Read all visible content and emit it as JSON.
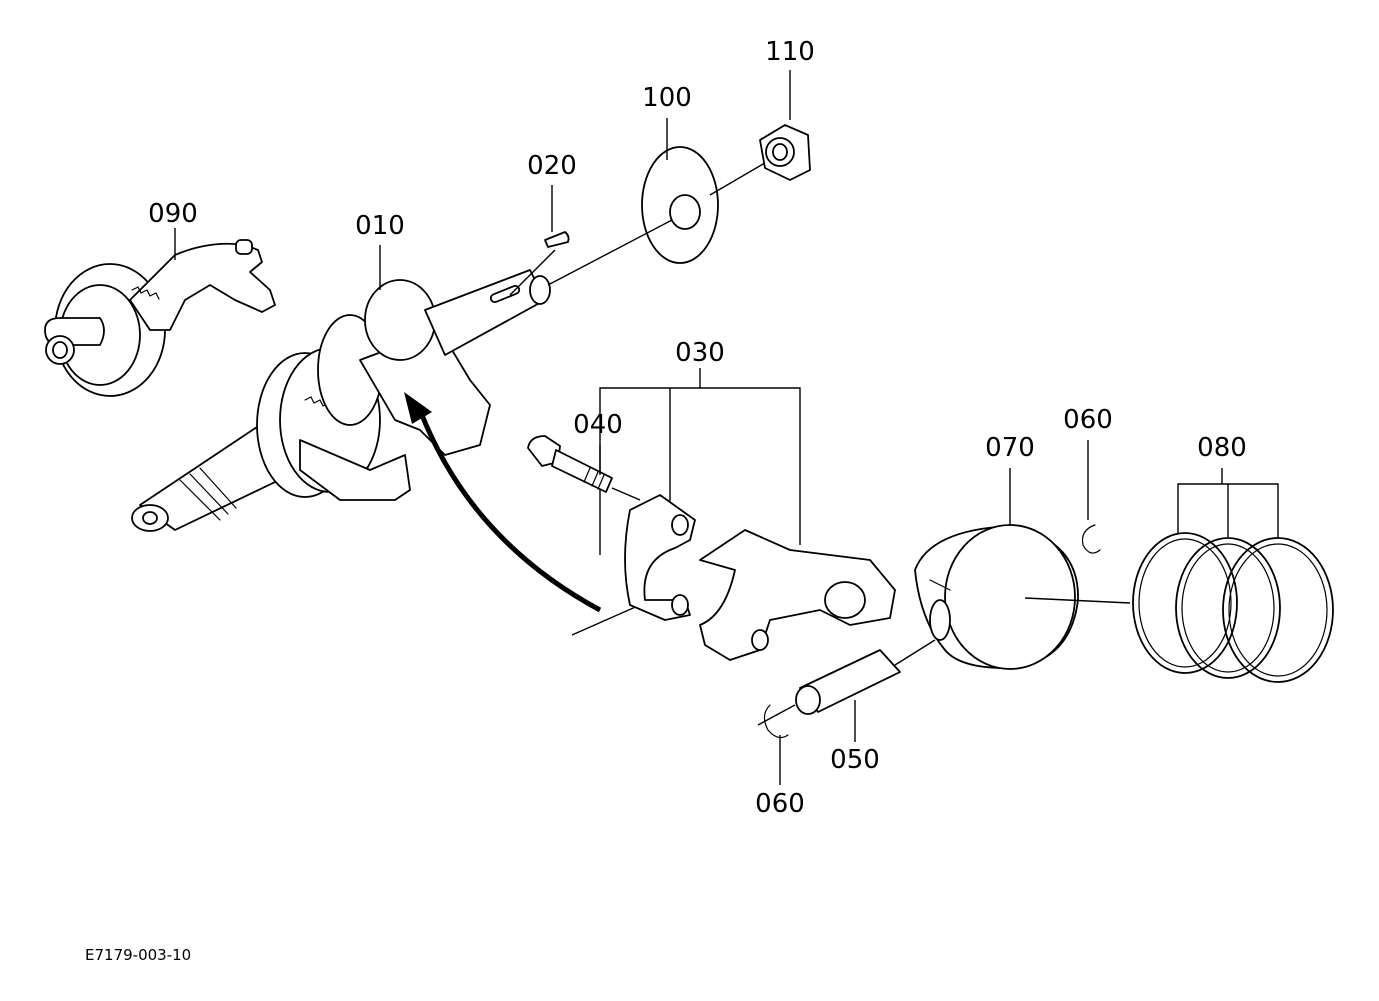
{
  "figure_id": "E7179-003-10",
  "callouts": {
    "c110": "110",
    "c100": "100",
    "c020": "020",
    "c090": "090",
    "c010": "010",
    "c030": "030",
    "c040": "040",
    "c070": "070",
    "c060_top": "060",
    "c080": "080",
    "c050": "050",
    "c060_bottom": "060"
  }
}
